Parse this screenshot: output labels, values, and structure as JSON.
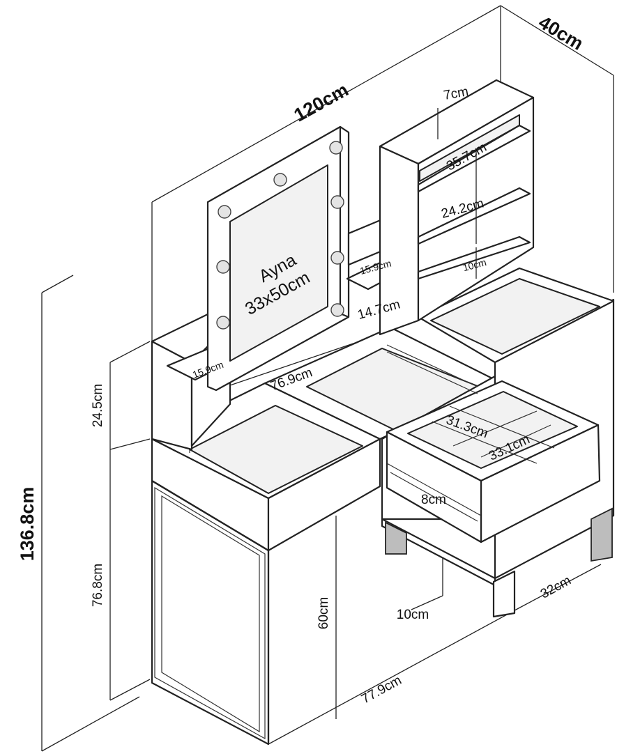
{
  "dimensions": {
    "width": "120cm",
    "depth": "40cm",
    "total_height": "136.8cm",
    "upper_height": "24.5cm",
    "table_height": "76.8cm",
    "inner_height": "60cm",
    "inner_width": "77.9cm",
    "leg_clearance": "10cm",
    "cabinet_depth": "32cm",
    "top_shelf": "7cm",
    "shelf_width": "35.7cm",
    "shelf_height": "24.2cm",
    "bottom_shelf": "10cm",
    "small_shelf_top": "15.9cm",
    "small_shelf_gap": "14.7cm",
    "left_shelf": "15.9cm",
    "desk_span": "76.9cm",
    "drawer_inner_depth": "31.3cm",
    "drawer_inner_width": "33.1cm",
    "drawer_height": "8cm"
  },
  "mirror": {
    "name": "Ayna",
    "size": "33x50cm"
  }
}
